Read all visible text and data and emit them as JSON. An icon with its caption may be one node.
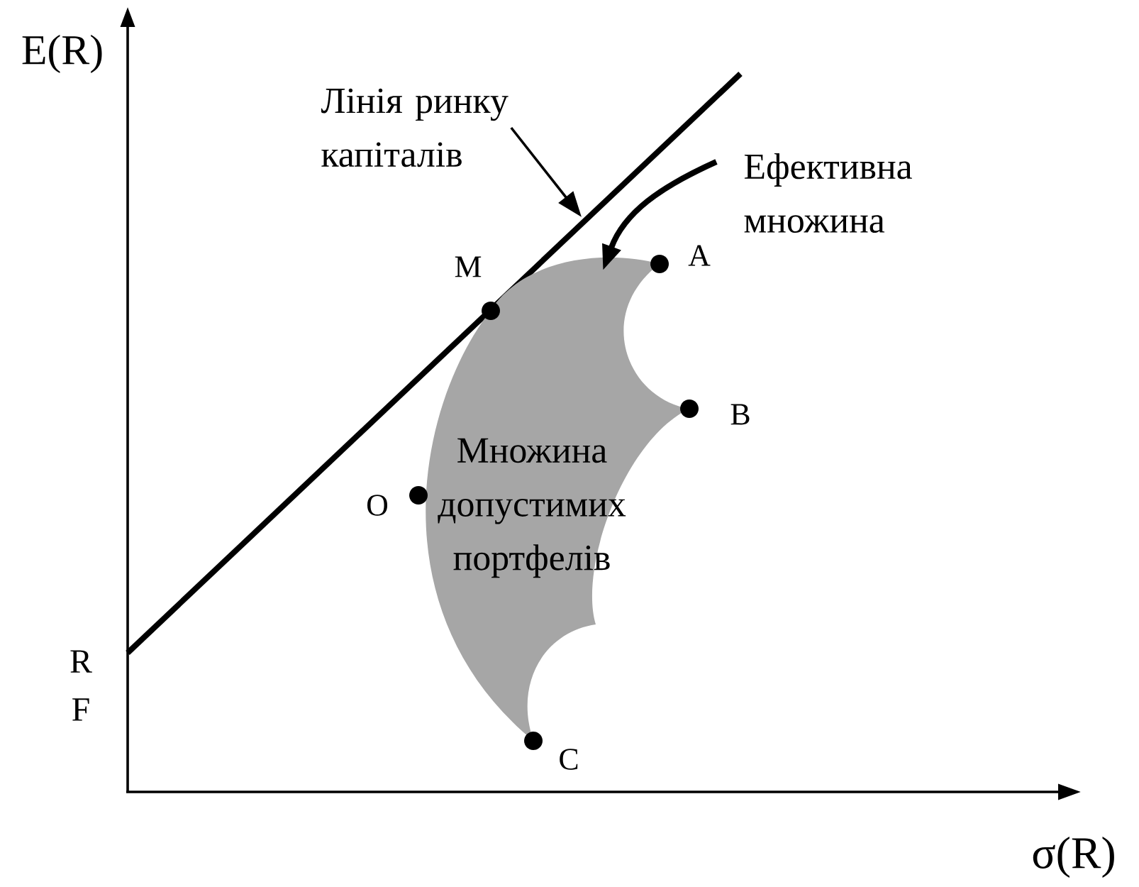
{
  "diagram": {
    "nodes": [
      {
        "text": [
          "Лінія ринку капіталів"
        ]
      },
      {
        "text": [
          "Ефективна множина"
        ]
      },
      {
        "text": [
          "Множина допустимих портфелів"
        ]
      }
    ],
    "edges": [
      {
        "from": 0,
        "to": null,
        "arrow": "to"
      },
      {
        "from": 1,
        "to": 2,
        "arrow": "to",
        "style": "thick"
      }
    ],
    "labels": [
      "E(R)",
      "M",
      "A",
      "B",
      "O",
      "R F",
      "C",
      "σ(R)"
    ]
  }
}
